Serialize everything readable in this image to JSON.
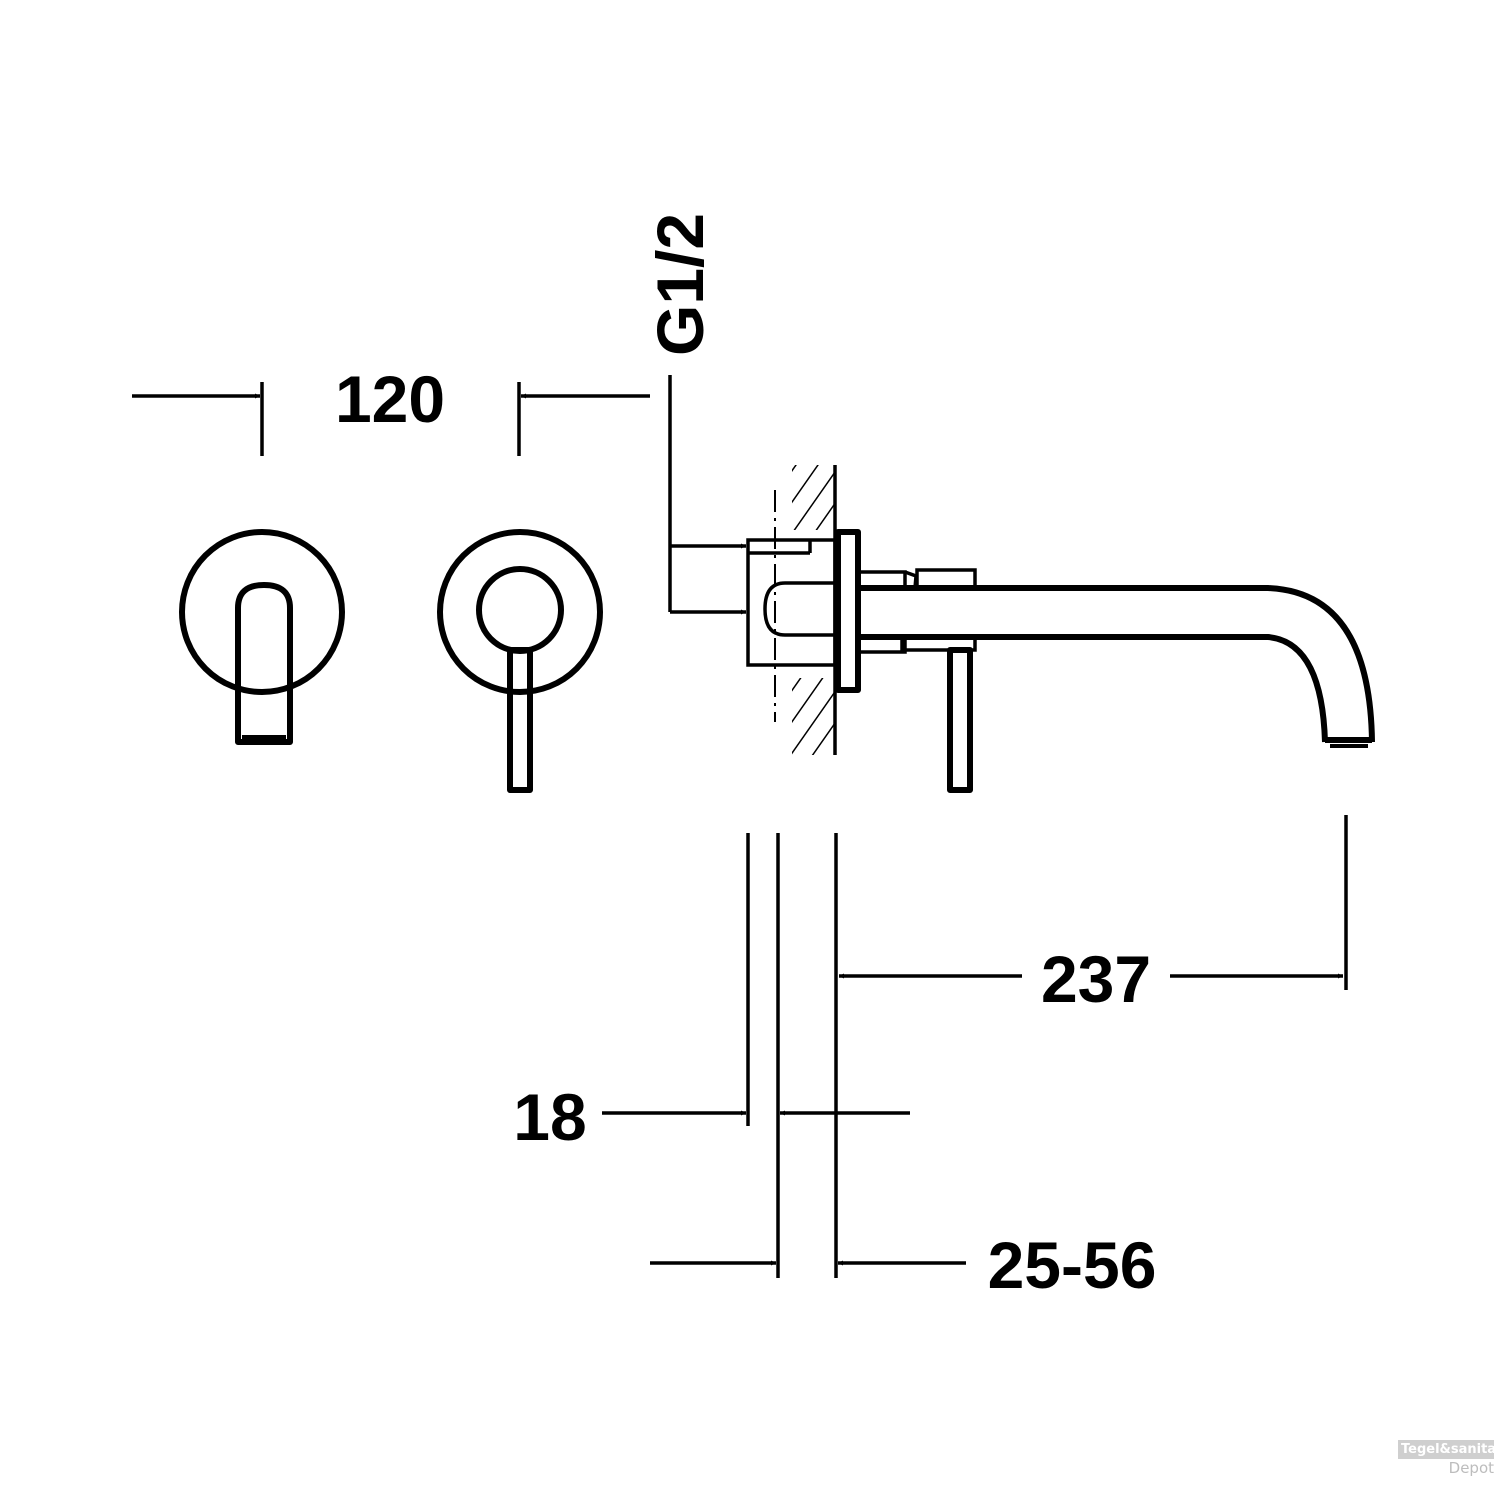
{
  "dimensions": {
    "handle_spacing": "120",
    "connection_thread": "G1/2",
    "spout_projection": "237",
    "plate_thickness": "18",
    "wall_depth_range": "25-56"
  },
  "watermark": {
    "line1": "Tegel&sanitair",
    "line2": "Depot"
  }
}
